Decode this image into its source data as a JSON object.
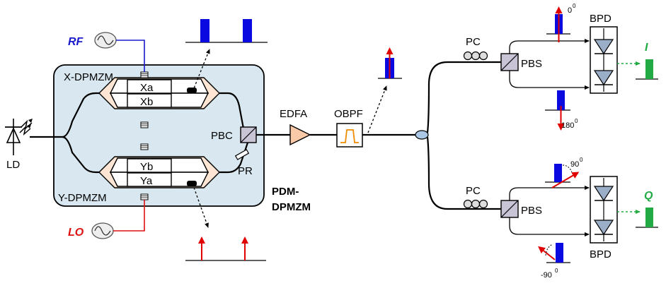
{
  "labels": {
    "rf": "RF",
    "lo": "LO",
    "ld": "LD",
    "x_dpmzm": "X-DPMZM",
    "y_dpmzm": "Y-DPMZM",
    "xa": "Xa",
    "xb": "Xb",
    "ya": "Ya",
    "yb": "Yb",
    "pbc": "PBC",
    "pr": "PR",
    "pdm_line1": "PDM-",
    "pdm_line2": "DPMZM",
    "edfa": "EDFA",
    "obpf": "OBPF",
    "pc_top": "PC",
    "pc_bottom": "PC",
    "pbs_top": "PBS",
    "pbs_bottom": "PBS",
    "bpd_top": "BPD",
    "bpd_bottom": "BPD",
    "out_i": "I",
    "out_q": "Q",
    "ang_0": "0",
    "ang_180": "180",
    "ang_90": "90",
    "ang_m90": "-90",
    "deg": "0"
  },
  "colors": {
    "rf": "#1a1acc",
    "lo": "#dd1111",
    "spectrum_blue": "#0a0ae0",
    "arrow_red": "#e00000",
    "output_green": "#22aa44",
    "modulator_bg": "#d9e8f0",
    "waveguide": "#ffe6d4",
    "amplifier": "#f9c9a8",
    "prism": "#c9c3d6",
    "coupler": "#aac8e6",
    "filter_curve": "#f08a00"
  },
  "icons": [
    "laser-diode-icon",
    "sine-source-icon",
    "triangle-amplifier-icon",
    "bandpass-filter-icon",
    "photodiode-icon"
  ]
}
